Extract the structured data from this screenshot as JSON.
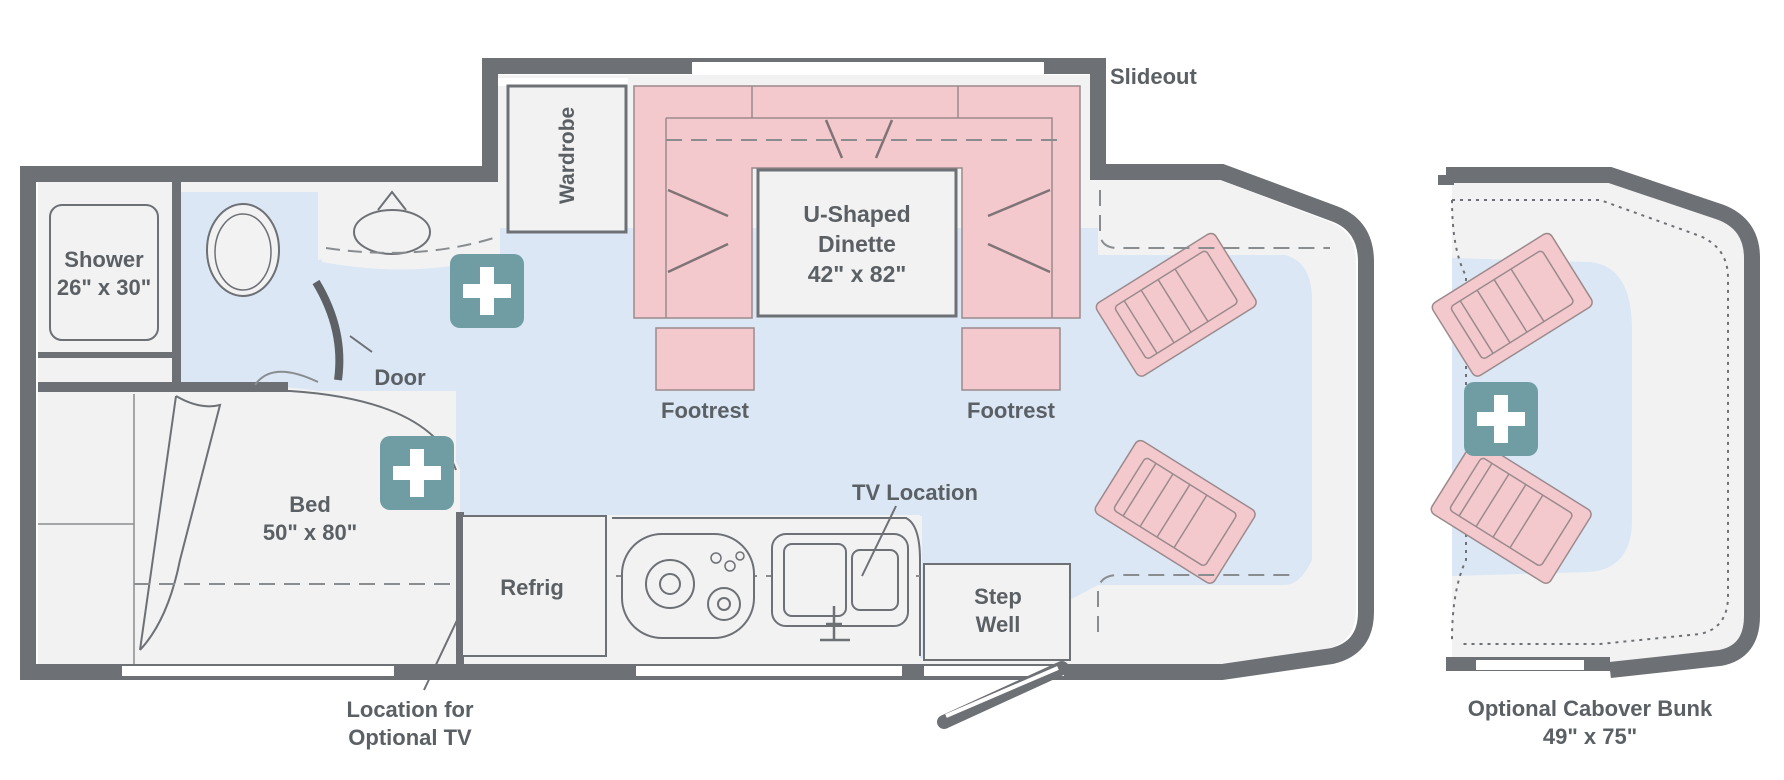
{
  "labels": {
    "slideout": "Slideout",
    "wardrobe": "Wardrobe",
    "dinette_name_1": "U-Shaped",
    "dinette_name_2": "Dinette",
    "dinette_size": "42\" x 82\"",
    "shower_name": "Shower",
    "shower_size": "26\" x 30\"",
    "door": "Door",
    "footrest_left": "Footrest",
    "footrest_right": "Footrest",
    "bed_name": "Bed",
    "bed_size": "50\" x 80\"",
    "tv_location": "TV Location",
    "refrig": "Refrig",
    "step_well_1": "Step",
    "step_well_2": "Well",
    "optional_tv_1": "Location for",
    "optional_tv_2": "Optional TV",
    "cabover_1": "Optional Cabover Bunk",
    "cabover_2": "49\" x 75\""
  },
  "hotspots": [
    {
      "name": "hotspot-bath",
      "icon": "plus-icon"
    },
    {
      "name": "hotspot-bed",
      "icon": "plus-icon"
    },
    {
      "name": "hotspot-cabover",
      "icon": "plus-icon"
    }
  ],
  "colors": {
    "wall": "#6d7074",
    "floor": "#dbe7f5",
    "furniture": "#f2f2f3",
    "seating": "#f4c9cd",
    "hotspot": "#6f9da3",
    "label": "#5b6065"
  }
}
